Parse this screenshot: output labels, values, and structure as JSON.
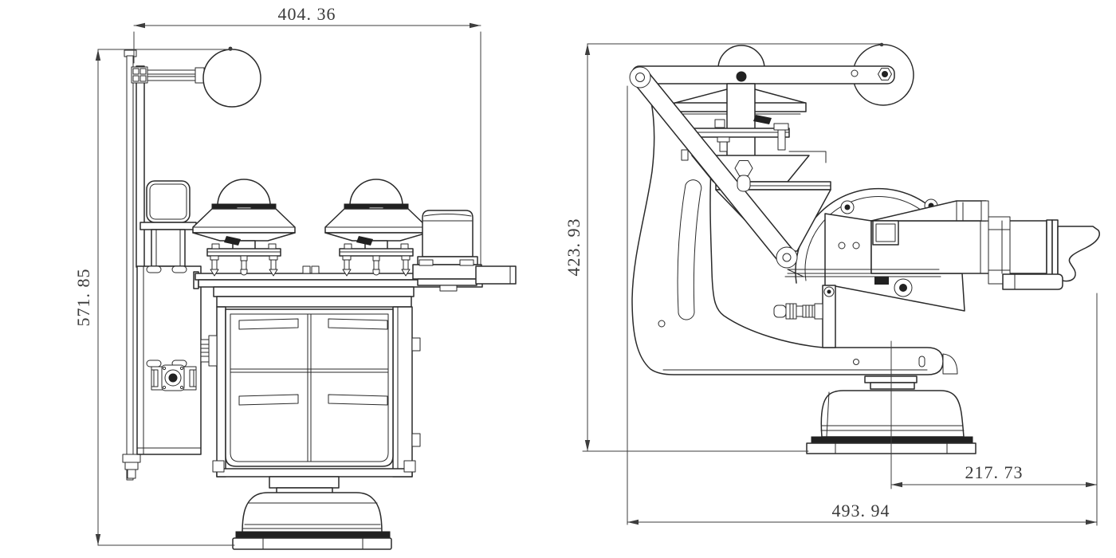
{
  "drawing": {
    "background": "#ffffff",
    "line_color": "#2a2a2a",
    "dimension_color": "#3d3d3d",
    "views": {
      "front": {
        "description": "front elevation of pan-tilt instrument platform"
      },
      "side": {
        "description": "side elevation of pan-tilt instrument platform"
      }
    },
    "dimensions": {
      "front_width": {
        "value": "404. 36"
      },
      "front_height": {
        "value": "571. 85"
      },
      "side_height": {
        "value": "423. 93"
      },
      "side_base_offset": {
        "value": "217. 73"
      },
      "side_width": {
        "value": "493. 94"
      }
    }
  }
}
